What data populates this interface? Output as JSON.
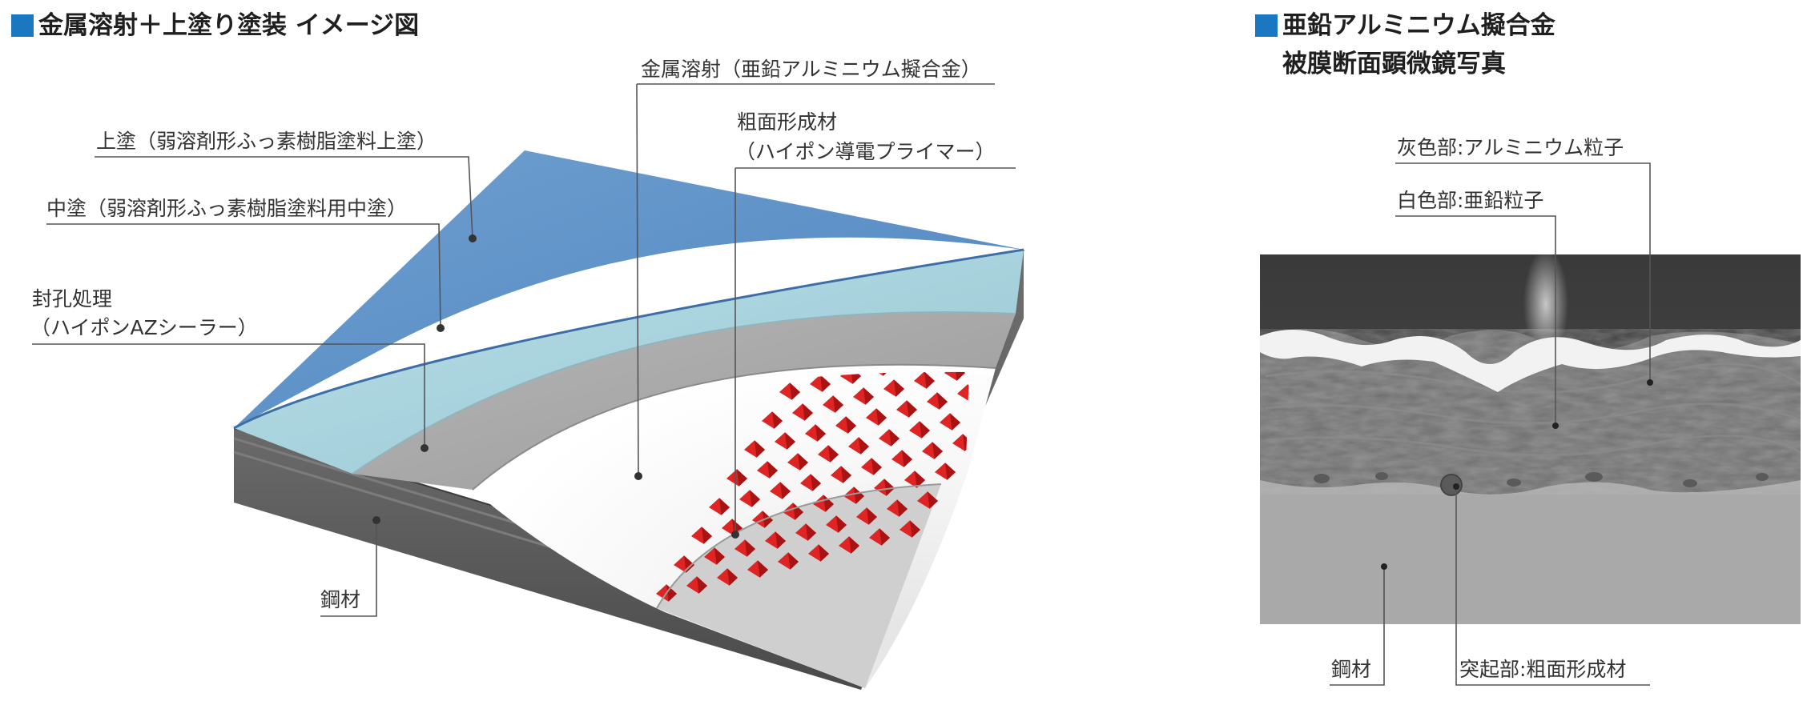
{
  "colors": {
    "accent": "#1a78c2",
    "topcoat": "#5a8dc4",
    "midcoat": "#a7d2dc",
    "sealer": "#a6a6a6",
    "sprayed_metal": "#f2f2f2",
    "primer_bumps": "#e02424",
    "steel": "#5b5b5b",
    "leader": "#555555"
  },
  "left_panel": {
    "title": "金属溶射＋上塗り塗装 イメージ図",
    "labels": {
      "topcoat": "上塗（弱溶剤形ふっ素樹脂塗料上塗）",
      "midcoat": "中塗（弱溶剤形ふっ素樹脂塗料用中塗）",
      "sealer_line1": "封孔処理",
      "sealer_line2": "（ハイポンAZシーラー）",
      "sprayed_metal": "金属溶射（亜鉛アルミニウム擬合金）",
      "primer_line1": "粗面形成材",
      "primer_line2": "（ハイポン導電プライマー）",
      "steel": "鋼材"
    }
  },
  "right_panel": {
    "title_line1": "亜鉛アルミニウム擬合金",
    "title_line2": "被膜断面顕微鏡写真",
    "labels": {
      "gray_part": "灰色部:アルミニウム粒子",
      "white_part": "白色部:亜鉛粒子",
      "steel": "鋼材",
      "protrusion": "突起部:粗面形成材"
    }
  }
}
